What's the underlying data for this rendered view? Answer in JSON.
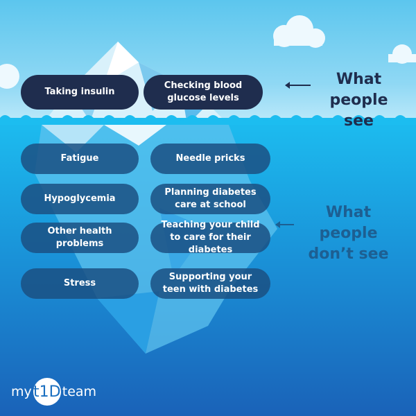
{
  "above": {
    "items": [
      "Taking insulin",
      "Checking blood glucose levels"
    ],
    "label": "What people see"
  },
  "below": {
    "items": [
      "Fatigue",
      "Needle pricks",
      "Hypoglycemia",
      "Planning diabetes care at school",
      "Other health problems",
      "Teaching your child to care for their diabetes",
      "Stress",
      "Supporting your teen with diabetes"
    ],
    "label": "What people don’t see"
  },
  "logo": {
    "pre": "my",
    "mark": "t1D",
    "post": "team"
  },
  "colors": {
    "pill_dark": "#1f2d4e",
    "pill_under": "#1b5082",
    "label_above": "#1f2d4e",
    "label_below": "#1d5f92"
  }
}
